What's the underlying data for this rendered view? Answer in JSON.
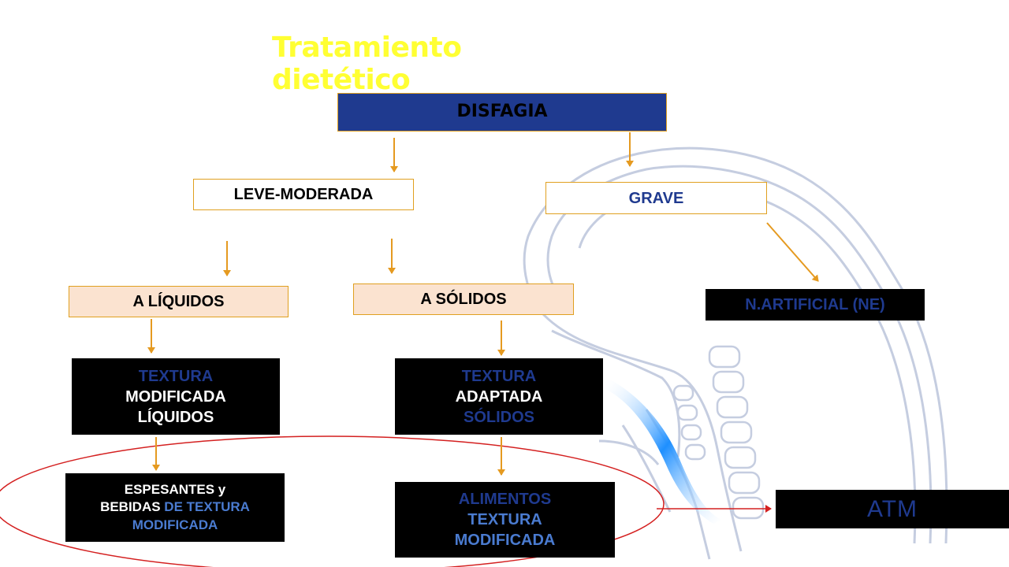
{
  "title": "Tratamiento dietético",
  "colors": {
    "title": "#ffff33",
    "header_fill": "#1f3a8f",
    "box_border": "#e0a020",
    "peach_fill": "#fbe3d0",
    "arrow": "#e59a20",
    "ellipse": "#d42020",
    "dark_fill": "#000000",
    "text_blue": "#1f3a8f",
    "light_blue": "#4a7bd0"
  },
  "nodes": {
    "disfagia": "DISFAGIA",
    "leve_moderada": "LEVE-MODERADA",
    "grave": "GRAVE",
    "a_liquidos": "A LÍQUIDOS",
    "a_solidos": "A SÓLIDOS",
    "n_artificial": "N.ARTIFICIAL (NE)",
    "textura_liquidos": {
      "line1": "TEXTURA",
      "line2": "MODIFICADA",
      "line3": "LÍQUIDOS"
    },
    "textura_solidos": {
      "line1": "TEXTURA",
      "line2": "ADAPTADA",
      "line3": "SÓLIDOS"
    },
    "espesantes": {
      "part1": "ESPESANTES y",
      "part2": "BEBIDAS",
      "part3": " DE TEXTURA",
      "part4": "MODIFICADA"
    },
    "alimentos": {
      "line1": "ALIMENTOS",
      "line2": "TEXTURA",
      "line3": "MODIFICADA"
    },
    "atm": "ATM"
  }
}
